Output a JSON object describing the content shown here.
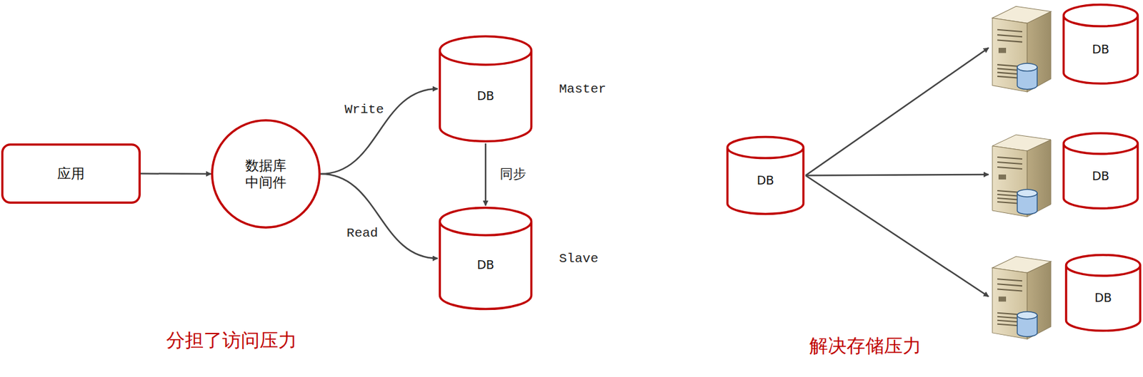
{
  "diagram": {
    "nodes": [
      {
        "text": [
          "应用"
        ]
      },
      {
        "text": [
          "数据库 中间件"
        ]
      },
      {
        "text": [
          "DB",
          "Master"
        ]
      },
      {
        "text": [
          "DB",
          "Slave"
        ]
      },
      {
        "text": [
          "DB"
        ]
      },
      {
        "text": [
          "DB"
        ]
      },
      {
        "text": [
          "DB"
        ]
      },
      {
        "text": [
          "DB"
        ]
      }
    ],
    "edges": [
      {
        "from": 0,
        "to": 1,
        "arrow": "to"
      },
      {
        "from": 1,
        "to": 2,
        "label": "Write",
        "arrow": "to"
      },
      {
        "from": 1,
        "to": 3,
        "label": "Read",
        "arrow": "to"
      },
      {
        "from": 2,
        "to": 3,
        "label": "同步",
        "arrow": "to"
      },
      {
        "from": 4,
        "to": 5,
        "arrow": "to"
      },
      {
        "from": 4,
        "to": 6,
        "arrow": "to"
      },
      {
        "from": 4,
        "to": 7,
        "arrow": "to"
      }
    ],
    "labels": [
      "分担了访问压力",
      "解决存储压力"
    ]
  }
}
